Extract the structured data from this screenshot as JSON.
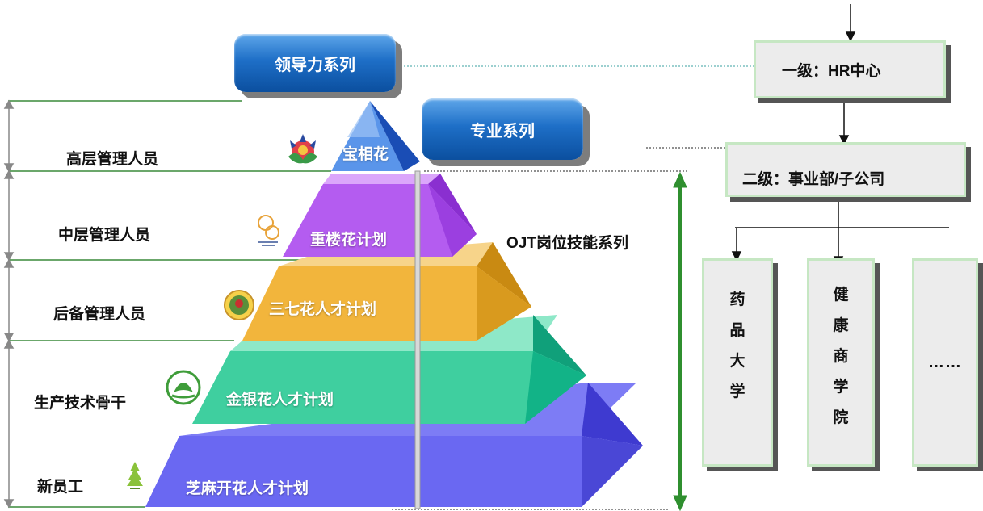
{
  "series_buttons": {
    "leadership": "领导力系列",
    "professional": "专业系列"
  },
  "ojt_label": "OJT岗位技能系列",
  "levels": [
    "高层管理人员",
    "中层管理人员",
    "后备管理人员",
    "生产技术骨干",
    "新员工"
  ],
  "pyramid_layers": [
    {
      "label": "宝相花",
      "front": "#3d7ee3",
      "side": "#1a4db5",
      "top": "#9cc3f5"
    },
    {
      "label": "重楼花计划",
      "front": "#b45cf0",
      "side": "#8a2fd0",
      "top": "#dba6fb"
    },
    {
      "label": "三七花人才计划",
      "front": "#f2b53c",
      "side": "#c98a12",
      "top": "#f7d48a"
    },
    {
      "label": "金银花人才计划",
      "front": "#3fcf9f",
      "side": "#10a07a",
      "top": "#8ee8c8"
    },
    {
      "label": "芝麻开花人才计划",
      "front": "#6a68f2",
      "side": "#3e3ad0",
      "top": "#a6a4f8"
    }
  ],
  "org": {
    "level1": "一级：HR中心",
    "level2": "二级：事业部/子公司",
    "units": [
      {
        "chars": [
          "药",
          "品",
          "大",
          "学"
        ]
      },
      {
        "chars": [
          "健",
          "康",
          "商",
          "学",
          "院"
        ]
      }
    ],
    "ellipsis": "……"
  },
  "icons": [
    "lotus-logo-icon",
    "chonglou-logo-icon",
    "sanqi-seal-icon",
    "jinyin-leaf-icon",
    "sesame-tree-icon"
  ],
  "colors": {
    "bracket_green": "#3a8a3a",
    "arrow_green": "#2f8f2f",
    "button_blue": "#1e6fc7",
    "box_border": "#c6e7c3"
  }
}
